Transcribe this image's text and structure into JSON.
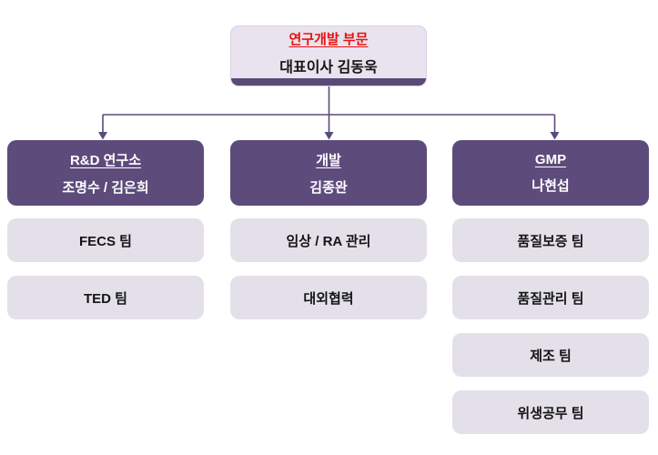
{
  "org": {
    "root": {
      "title": "연구개발 부문",
      "subtitle": "대표이사 김동욱"
    },
    "branches": [
      {
        "title": "R&D 연구소",
        "lead": "조명수 / 김은희",
        "teams": [
          "FECS 팀",
          "TED 팀"
        ]
      },
      {
        "title": "개발",
        "lead": "김종완",
        "teams": [
          "임상 / RA 관리",
          "대외협력"
        ]
      },
      {
        "title": "GMP",
        "lead": "나현섭",
        "teams": [
          "품질보증 팀",
          "품질관리 팀",
          "제조 팀",
          "위생공무 팀"
        ]
      }
    ],
    "colors": {
      "header_purple": "#5d4b7c",
      "root_bar_purple": "#5a4a78",
      "team_lavender": "#e4e0ea",
      "root_lavender": "#e8e3ee",
      "title_red": "#e8120e",
      "connector_purple": "#5b4a78",
      "text_dark": "#141414"
    }
  }
}
